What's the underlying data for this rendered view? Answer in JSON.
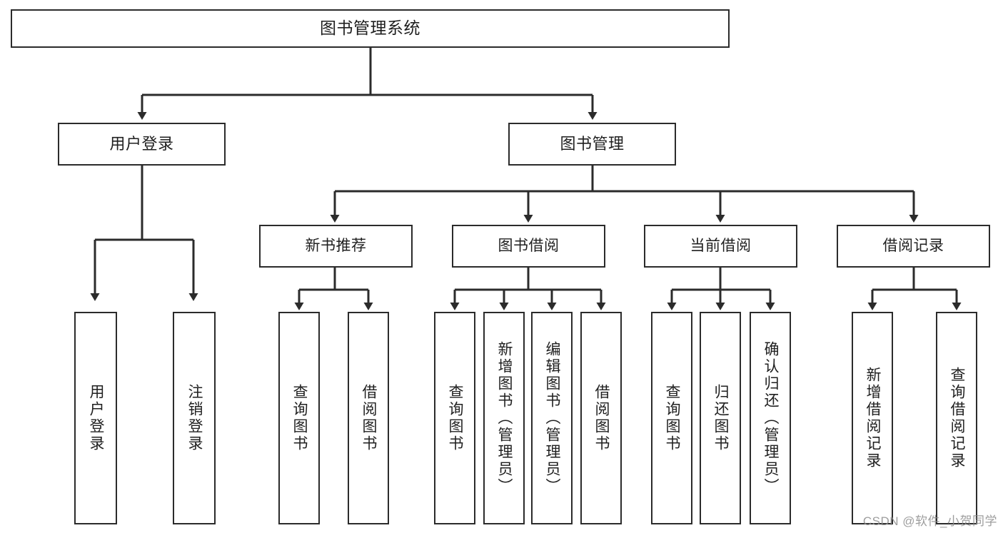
{
  "diagram": {
    "title": "图书管理系统",
    "type": "tree-hierarchy",
    "root": {
      "label": "图书管理系统"
    },
    "level2": [
      {
        "label": "用户登录"
      },
      {
        "label": "图书管理"
      }
    ],
    "level3": [
      {
        "label": "新书推荐"
      },
      {
        "label": "图书借阅"
      },
      {
        "label": "当前借阅"
      },
      {
        "label": "借阅记录"
      }
    ],
    "leaves": {
      "user_login": [
        {
          "label": "用户登录"
        },
        {
          "label": "注销登录"
        }
      ],
      "new_book_recommend": [
        {
          "label": "查询图书"
        },
        {
          "label": "借阅图书"
        }
      ],
      "book_borrow": [
        {
          "label": "查询图书"
        },
        {
          "label": "新增图书（管理员）"
        },
        {
          "label": "编辑图书（管理员）"
        },
        {
          "label": "借阅图书"
        }
      ],
      "current_borrow": [
        {
          "label": "查询图书"
        },
        {
          "label": "归还图书"
        },
        {
          "label": "确认归还（管理员）"
        }
      ],
      "borrow_record": [
        {
          "label": "新增借阅记录"
        },
        {
          "label": "查询借阅记录"
        }
      ]
    }
  },
  "watermark": {
    "text": "CSDN @软件_小贺同学"
  },
  "colors": {
    "background": "#ffffff",
    "box_border": "#2b2b2b",
    "connector": "#2b2b2b",
    "text": "#1f1f1f",
    "watermark": "#8d8d8d"
  }
}
